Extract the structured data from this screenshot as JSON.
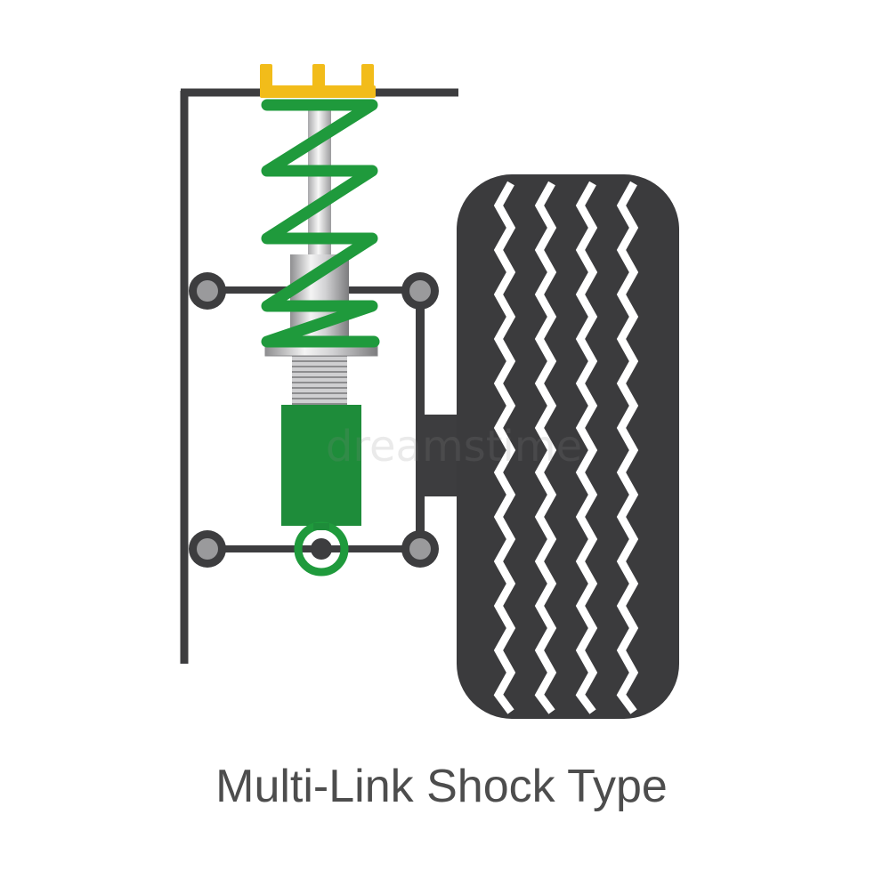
{
  "caption": "Multi-Link Shock Type",
  "watermark": "dreamstime",
  "colors": {
    "frame": "#3d3d3f",
    "spring": "#1f9a3c",
    "damper_body": "#1e8c3a",
    "mount": "#f2bc1a",
    "tire": "#3b3b3d",
    "tread": "#ffffff",
    "joint_outer": "#3d3d3f",
    "joint_inner": "#9a9a9c",
    "caption": "#4d4d4d"
  },
  "parts": {
    "frame": "vehicle-frame",
    "mount": "top-mount",
    "spring": "coil-spring",
    "damper": "shock-absorber",
    "upper_link": "upper-control-arm",
    "lower_link": "lower-control-arm",
    "knuckle": "steering-knuckle",
    "tire": "tire"
  }
}
